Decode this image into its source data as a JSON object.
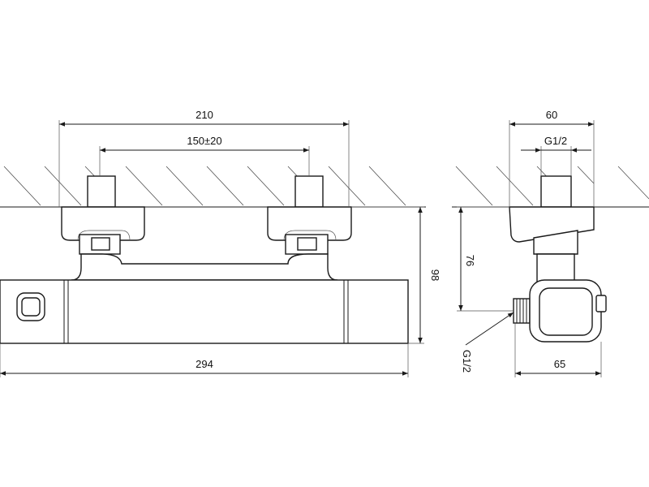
{
  "dimensions": {
    "front_overall_width": "210",
    "front_center_distance": "150±20",
    "front_body_length": "294",
    "front_height": "98",
    "side_depth": "60",
    "side_thread_top": "G1/2",
    "side_height": "76",
    "side_outlet_thread": "G1/2",
    "side_outlet_depth": "65"
  }
}
